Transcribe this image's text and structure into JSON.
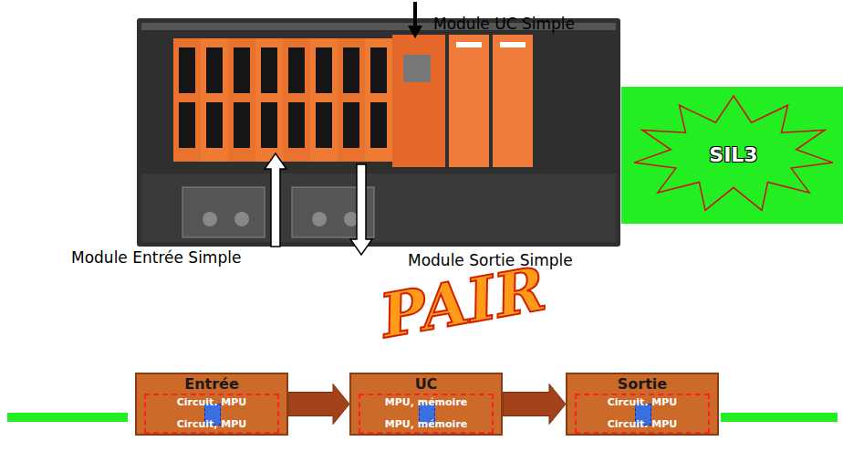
{
  "diagram": {
    "nodes": [
      {
        "text": [
          "SIL3"
        ]
      },
      {
        "text": [
          "Entrée",
          "Circuit. MPU",
          "Circuit, MPU"
        ]
      },
      {
        "text": [
          "UC",
          "MPU, mémoire",
          "MPU, mémoire"
        ]
      },
      {
        "text": [
          "Sortie",
          "Circuit. MPU",
          "Circuit. MPU"
        ]
      }
    ],
    "edges": [
      {
        "from": 1,
        "to": 2,
        "arrow": "to"
      },
      {
        "from": 2,
        "to": 3,
        "arrow": "to"
      }
    ],
    "labels": [
      "Module UC Simple",
      "Module Entrée Simple",
      "Module Sortie Simple",
      "PAIR"
    ]
  }
}
